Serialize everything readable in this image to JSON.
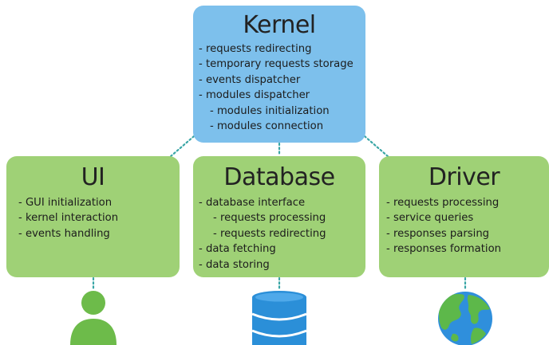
{
  "kernel": {
    "title": "Kernel",
    "items": [
      "- requests redirecting",
      "- temporary requests storage",
      "- events dispatcher",
      "- modules dispatcher",
      "- modules initialization",
      "- modules connection"
    ]
  },
  "ui": {
    "title": "UI",
    "items": [
      "- GUI initialization",
      "- kernel interaction",
      "- events handling"
    ],
    "icon": "user-icon"
  },
  "database": {
    "title": "Database",
    "items": [
      "- database interface",
      "- requests processing",
      "- requests redirecting",
      "- data fetching",
      "- data storing"
    ],
    "icon": "database-icon"
  },
  "driver": {
    "title": "Driver",
    "items": [
      "- requests processing",
      "- service queries",
      "- responses parsing",
      "- responses formation"
    ],
    "icon": "globe-icon"
  },
  "colors": {
    "kernel_box": "#7dc0ec",
    "module_box": "#9fd176",
    "connector": "#3aa6a6",
    "user_icon": "#6dbb4a",
    "database_icon": "#2b8fd8",
    "globe_ocean": "#2f8fdc",
    "globe_land": "#5db84a"
  }
}
